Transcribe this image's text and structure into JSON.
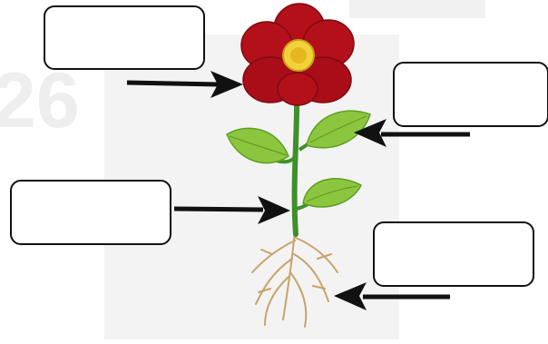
{
  "diagram": {
    "label_boxes": [
      {
        "id": "flower",
        "text": ""
      },
      {
        "id": "leaf",
        "text": ""
      },
      {
        "id": "stem",
        "text": ""
      },
      {
        "id": "root",
        "text": ""
      }
    ],
    "watermark_text": "26",
    "colors": {
      "petal": "#b3101a",
      "petal_dark": "#7e0a12",
      "center": "#f2d23a",
      "stem": "#3f8f2a",
      "leaf": "#8cc63f",
      "leaf_dark": "#5f9e24",
      "root": "#c9a36a",
      "arrow": "#111111",
      "watermark": "#eeeeee"
    }
  }
}
